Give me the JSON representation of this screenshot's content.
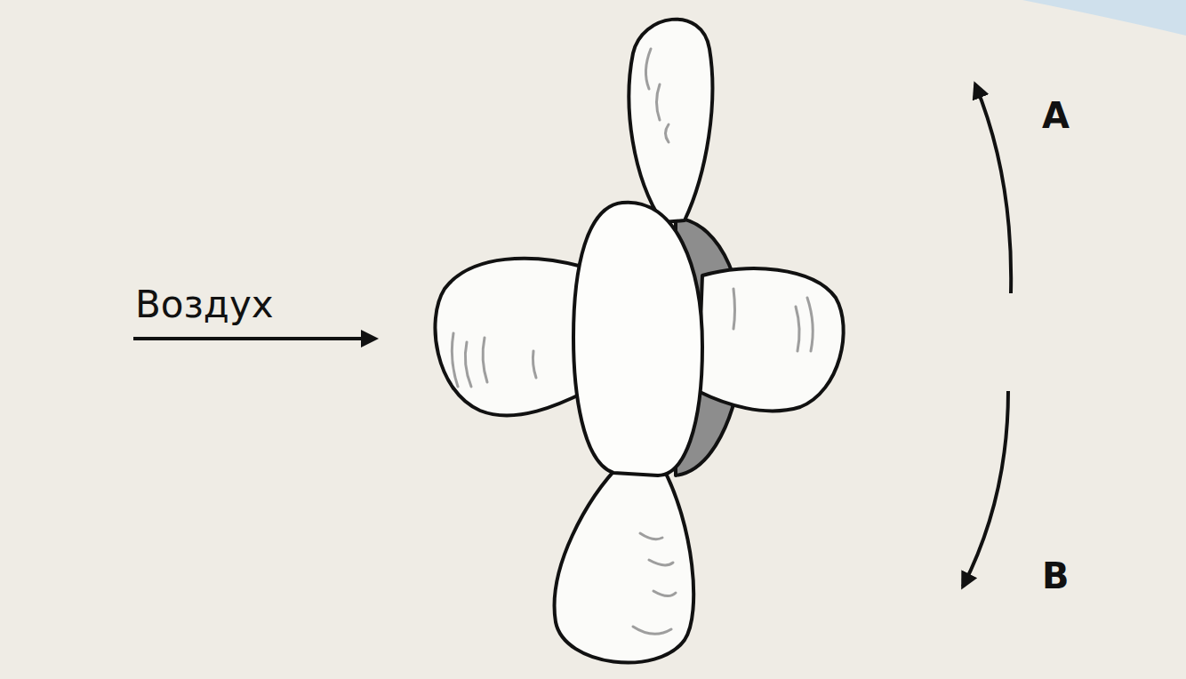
{
  "diagram": {
    "labels": [
      "Воздух",
      "A",
      "B"
    ]
  }
}
